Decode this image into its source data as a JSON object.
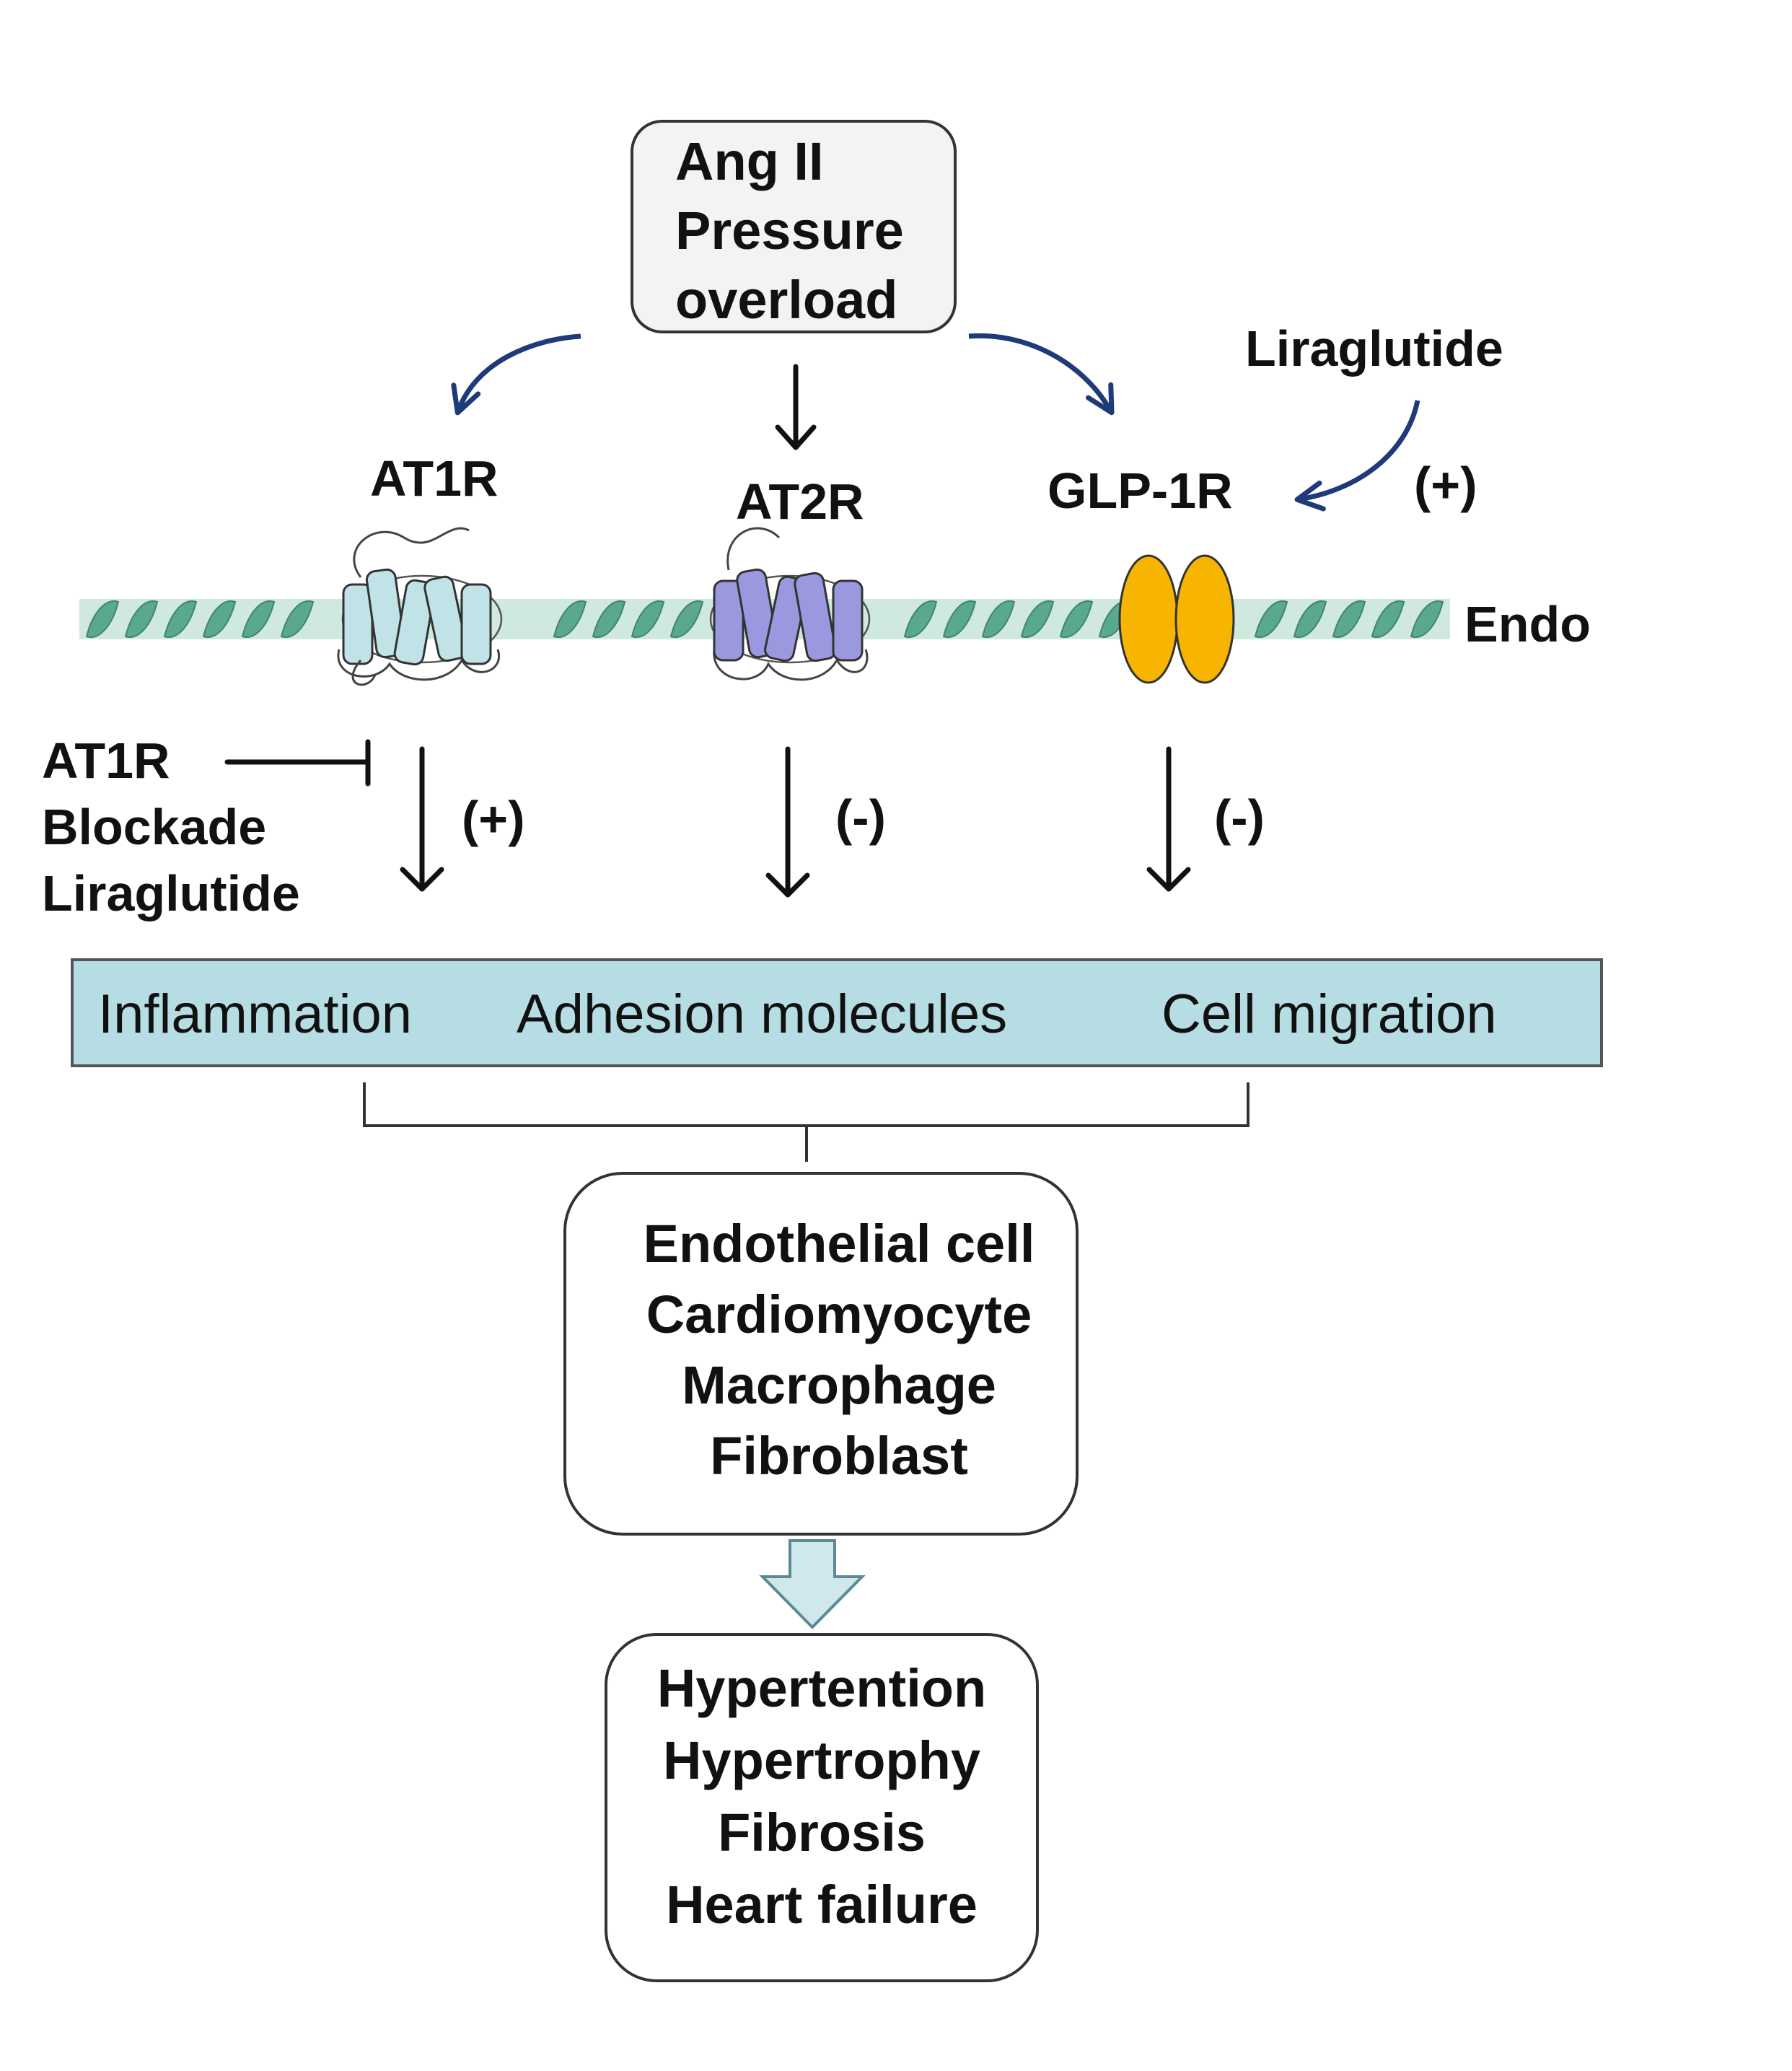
{
  "stimulus": {
    "lines": [
      "Ang II",
      "Pressure",
      "overload"
    ]
  },
  "receptors": {
    "at1r": "AT1R",
    "at2r": "AT2R",
    "glp1r": "GLP-1R"
  },
  "liraglutide_top": {
    "label": "Liraglutide",
    "sign": "(+)"
  },
  "membrane": {
    "label": "Endo"
  },
  "inhibitor": {
    "lines": [
      "AT1R",
      "Blockade",
      "Liraglutide"
    ]
  },
  "effects": {
    "at1r_sign": "(+)",
    "at2r_sign": "(-)",
    "glp1r_sign": "(-)"
  },
  "outcomes_band": {
    "items": [
      "Inflammation",
      "Adhesion molecules",
      "Cell migration"
    ]
  },
  "cell_types": {
    "lines": [
      "Endothelial cell",
      "Cardiomyocyte",
      "Macrophage",
      "Fibroblast"
    ]
  },
  "diseases": {
    "lines": [
      "Hypertention",
      "Hypertrophy",
      "Fibrosis",
      "Heart failure"
    ]
  },
  "colors": {
    "membrane_teal": "#5aa88e",
    "at1r_fill": "#bfe3e6",
    "at2r_fill": "#9a99e0",
    "glp1r_fill": "#f7b400",
    "band_fill": "#b7dde4",
    "blue_arrow": "#1f3a78",
    "block_arrow_fill": "#cfe8ec"
  }
}
